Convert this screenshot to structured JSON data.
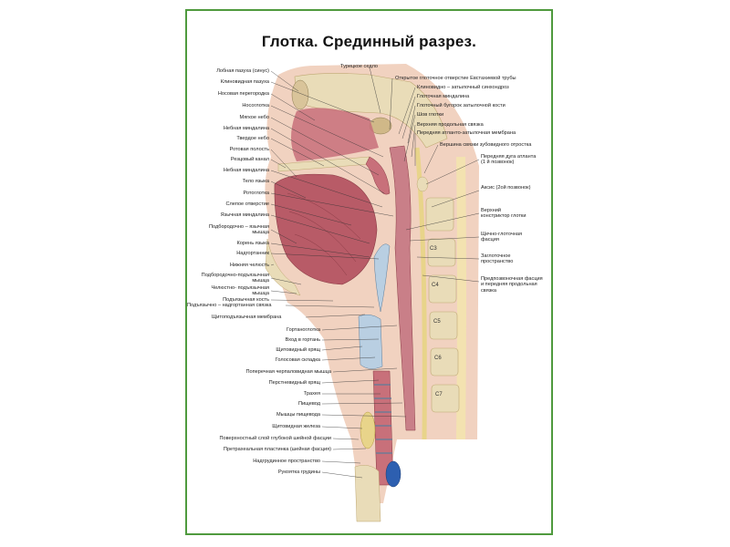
{
  "poster": {
    "title": "Глотка. Срединный разрез.",
    "border_color": "#4f9a3e"
  },
  "labels_left": [
    "Лобная пазуха (синус)",
    "Клиновидная пазуха",
    "Носовая перегородка",
    "Носоглотка",
    "Мягкое небо",
    "Небная миндалина",
    "Твердое небо",
    "Ротовая полость",
    "Резцовый канал",
    "Небная миндалина",
    "Тело языка",
    "Ротоглотка",
    "Слепое отверстие",
    "Язычная миндалина",
    "Подбородочно – язычная мышца",
    "Корень языка",
    "Надгортанник",
    "Нижняя челюсть",
    "Подбородочно-подъязычная мышца",
    "Челюстно- подъязычная мышца",
    "Подъязычная кость",
    "Подъязычно – надгортанная связка",
    "Щитоподъязычная мембрана",
    "Гортаноглотка",
    "Вход в гортань",
    "Щитовидный хрящ",
    "Голосовая складка",
    "Поперечная черпаловидная мышца",
    "Перстневидный хрящ",
    "Трахея",
    "Пищевод",
    "Мышцы пищевода",
    "Щитовидная железа",
    "Поверхностный слой глубокой шейной фасции",
    "Претрахеальная пластинка (шейная фасция)",
    "Надгрудинное пространство",
    "Рукоятка грудины"
  ],
  "labels_right": [
    "Турецкое седло",
    "Открытое глоточное отверстие Евстахиевой трубы",
    "Клиновидно – затылочный синхондроз",
    "Глоточная миндалина",
    "Глоточный бугорок затылочной кости",
    "Шов глотки",
    "Верхняя продольная связка",
    "Передняя атланто-затылочная мембрана",
    "Вершина связки зубовидного отростка",
    "Передняя дуга атланта (1 й позвонок)",
    "Аксис (2ой позвонок)",
    "Верхний констриктор глотки",
    "Щечно-глоточная фасция",
    "Заглоточное пространство",
    "Предпозвоночная фасция и передняя продольная связка"
  ],
  "vertebrae": [
    "C3",
    "C4",
    "C5",
    "C6",
    "C7"
  ],
  "colors": {
    "muscle": "#c8707a",
    "muscle_dark": "#a24a56",
    "bone": "#e9dcb8",
    "fascia": "#e8d48a",
    "cartilage": "#b9cfe2",
    "skin": "#f1d2c0",
    "vessel": "#2d5fb0"
  }
}
